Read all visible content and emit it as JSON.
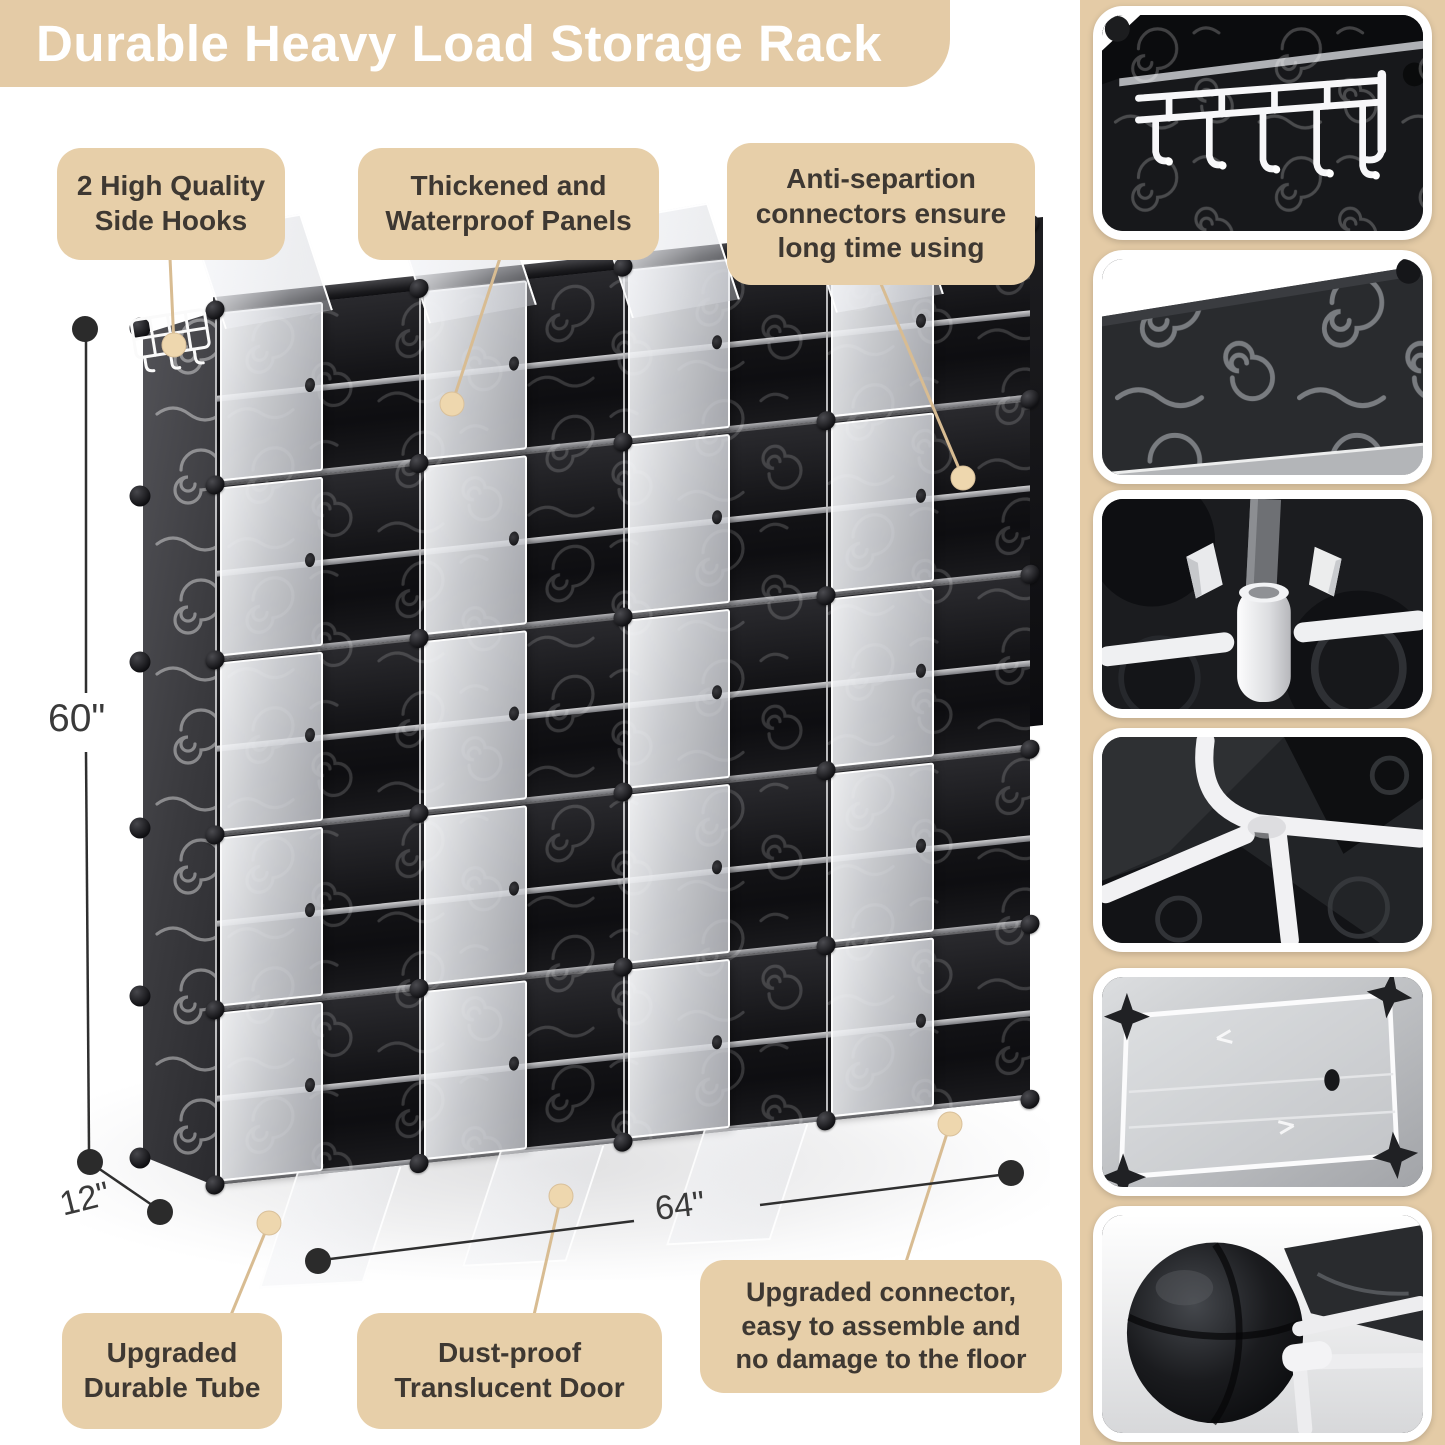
{
  "title": "Durable Heavy Load Storage Rack",
  "callouts": {
    "side_hooks": "2 High Quality\nSide Hooks",
    "waterproof_panels": "Thickened and\nWaterproof Panels",
    "anti_separation": "Anti-separtion\nconnectors ensure\nlong time using",
    "durable_tube": "Upgraded\nDurable Tube",
    "dustproof_door": "Dust-proof\nTranslucent Door",
    "upgraded_connector": "Upgraded connector,\neasy to assemble and\nno damage to the floor"
  },
  "dimensions": {
    "height_label": "60\"",
    "depth_label": "12\"",
    "width_label": "64\""
  },
  "rack": {
    "columns": 4,
    "rows": 5
  },
  "detail_photos": [
    {
      "name": "side-hooks-detail"
    },
    {
      "name": "panel-texture-detail"
    },
    {
      "name": "anti-separation-connector-detail"
    },
    {
      "name": "tube-frame-detail"
    },
    {
      "name": "translucent-door-detail"
    },
    {
      "name": "floor-connector-detail"
    }
  ],
  "colors": {
    "tan": "#e4cba6",
    "callout_fill": "#e7cfa9",
    "leader_line": "#d8bc92",
    "leader_dot": "#eed7ae",
    "dimension_line": "#2f2f2f",
    "callout_text": "#3e3832",
    "title_text": "#ffffff",
    "rack_black": "#141417"
  }
}
